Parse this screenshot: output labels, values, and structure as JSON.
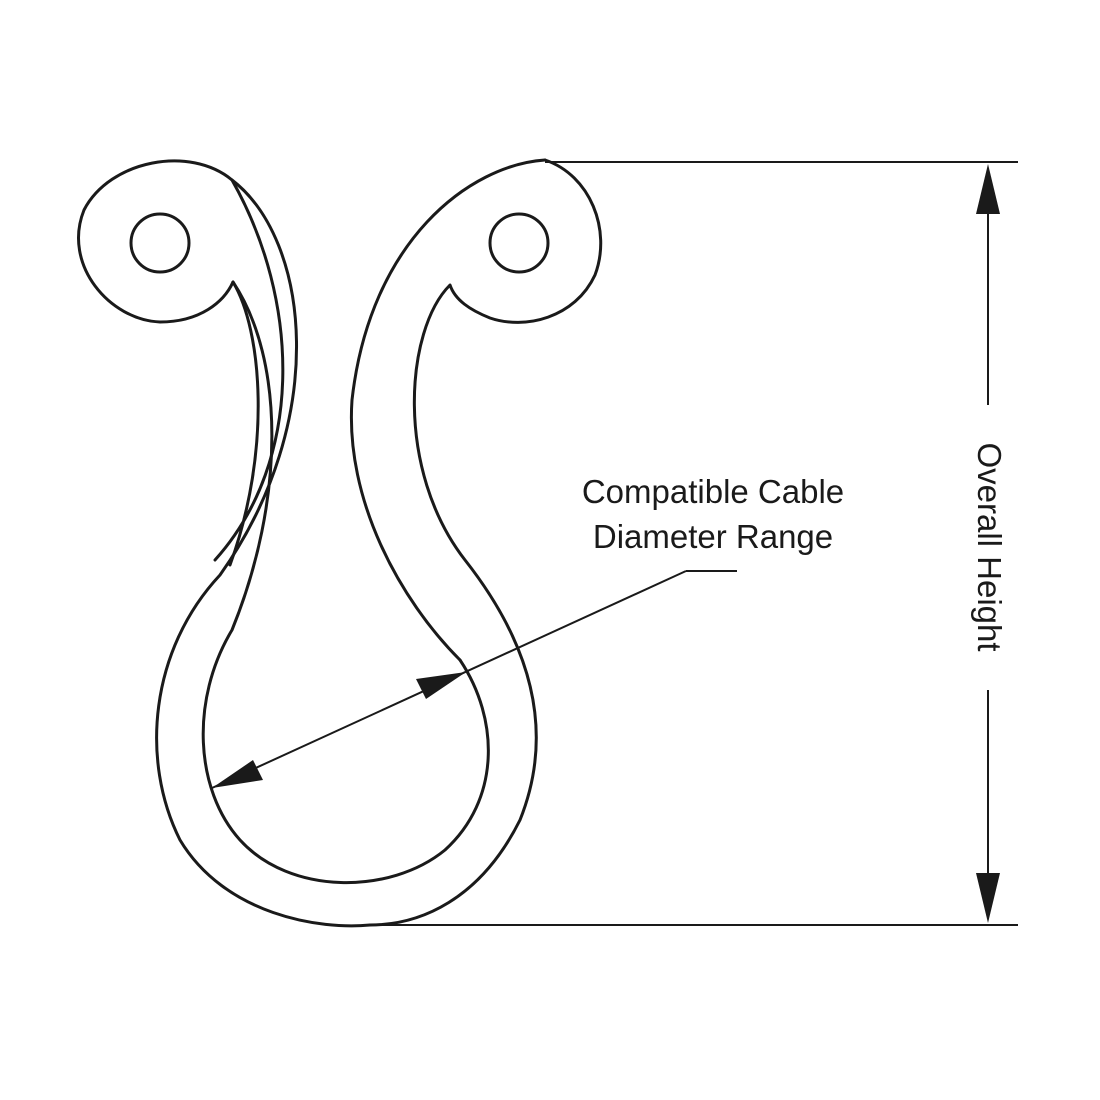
{
  "labels": {
    "cable_line1": "Compatible Cable",
    "cable_line2": "Diameter Range",
    "height": "Overall Height"
  },
  "colors": {
    "ink": "#1a1a1a",
    "background": "#ffffff"
  }
}
